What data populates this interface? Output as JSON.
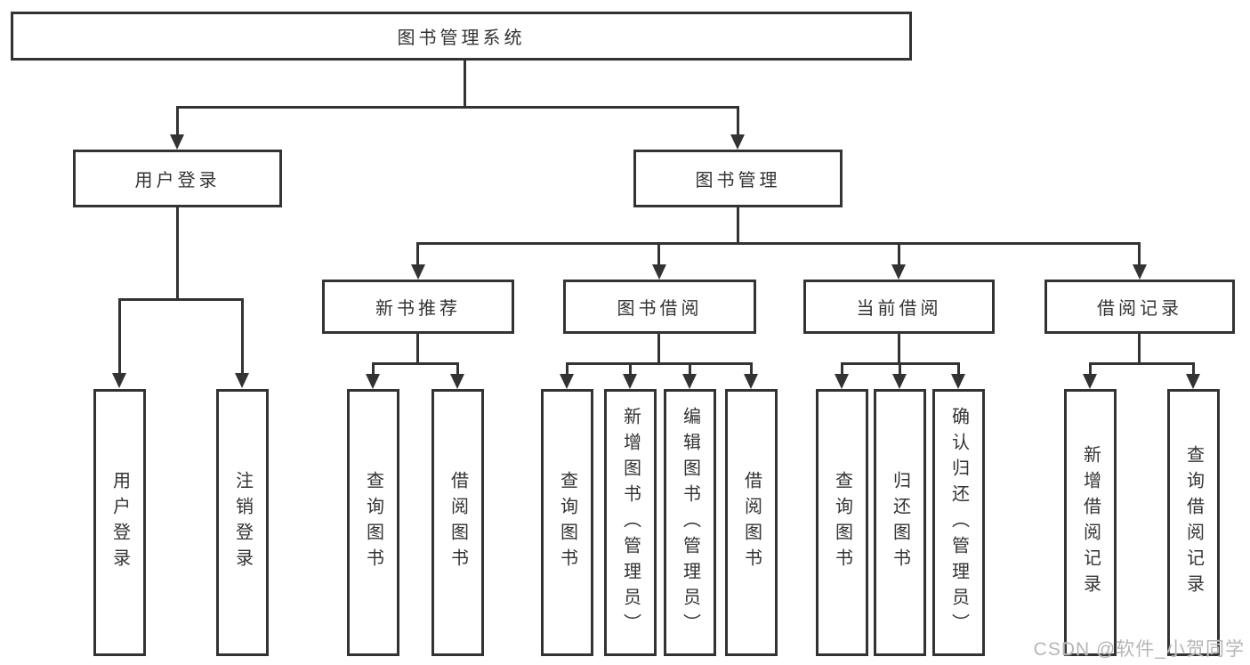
{
  "diagram_title": "图书管理系统",
  "tree": {
    "root": {
      "label": "图书管理系统",
      "children": [
        {
          "label": "用户登录",
          "children": [
            {
              "label": "用户登录"
            },
            {
              "label": "注销登录"
            }
          ]
        },
        {
          "label": "图书管理",
          "children": [
            {
              "label": "新书推荐",
              "children": [
                {
                  "label": "查询图书"
                },
                {
                  "label": "借阅图书"
                }
              ]
            },
            {
              "label": "图书借阅",
              "children": [
                {
                  "label": "查询图书"
                },
                {
                  "label": "新增图书（管理员）"
                },
                {
                  "label": "编辑图书（管理员）"
                },
                {
                  "label": "借阅图书"
                }
              ]
            },
            {
              "label": "当前借阅",
              "children": [
                {
                  "label": "查询图书"
                },
                {
                  "label": "归还图书"
                },
                {
                  "label": "确认归还（管理员）"
                }
              ]
            },
            {
              "label": "借阅记录",
              "children": [
                {
                  "label": "新增借阅记录"
                },
                {
                  "label": "查询借阅记录"
                }
              ]
            }
          ]
        }
      ]
    }
  },
  "watermark": {
    "text": "CSDN @软件_小贺同学"
  },
  "colors": {
    "line": "#333333",
    "text": "#333333",
    "box_background": "#ffffff",
    "page_background": "#ffffff",
    "watermark": "#b6b6b6"
  }
}
